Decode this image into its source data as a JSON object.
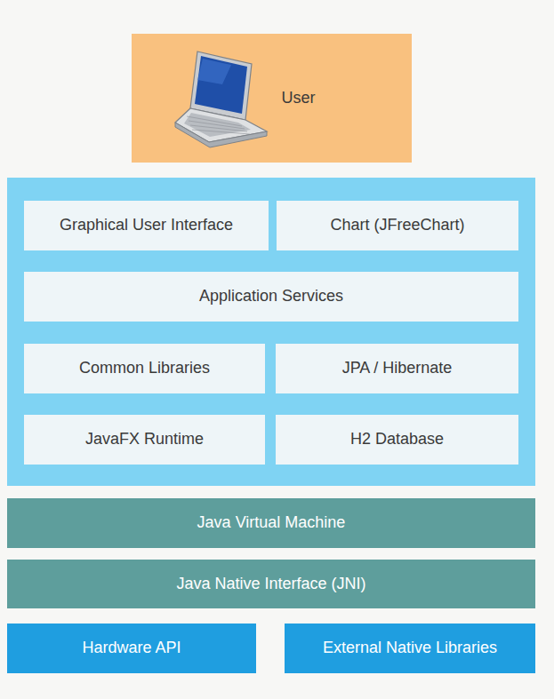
{
  "diagram": {
    "nodes": [
      {
        "text": [
          "User"
        ]
      },
      {
        "text": [
          "Graphical User Interface"
        ]
      },
      {
        "text": [
          "Chart (JFreeChart)"
        ]
      },
      {
        "text": [
          "Application Services"
        ]
      },
      {
        "text": [
          "Common Libraries"
        ]
      },
      {
        "text": [
          "JPA / Hibernate"
        ]
      },
      {
        "text": [
          "JavaFX Runtime"
        ]
      },
      {
        "text": [
          "H2 Database"
        ]
      },
      {
        "text": [
          "Java Virtual Machine"
        ]
      },
      {
        "text": [
          "Java Native Interface (JNI)"
        ]
      },
      {
        "text": [
          "Hardware API"
        ]
      },
      {
        "text": [
          "External Native Libraries"
        ]
      }
    ]
  }
}
